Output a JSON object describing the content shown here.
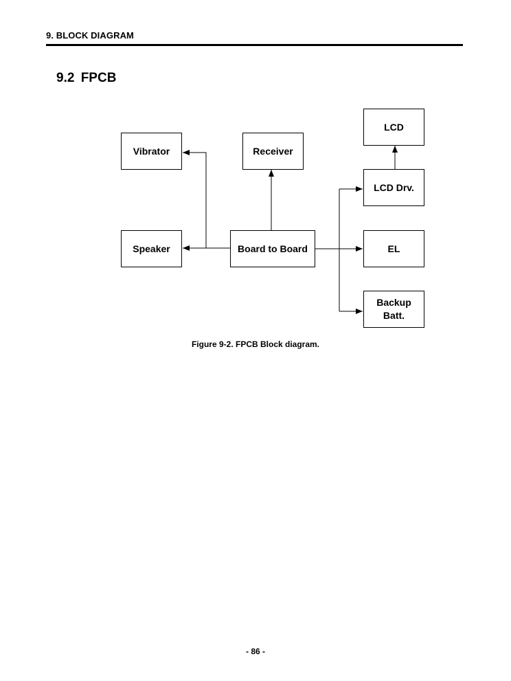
{
  "header": {
    "section_title": "9. BLOCK DIAGRAM"
  },
  "subsection": {
    "title": "9.2  FPCB"
  },
  "diagram": {
    "blocks": {
      "vibrator": "Vibrator",
      "receiver": "Receiver",
      "lcd": "LCD",
      "speaker": "Speaker",
      "board_to_board": "Board to Board",
      "lcd_drv": "LCD Drv.",
      "el": "EL",
      "backup_batt": "Backup\nBatt."
    },
    "connections": [
      {
        "from": "Board to Board",
        "to": "Speaker"
      },
      {
        "from": "Board to Board",
        "to": "Vibrator"
      },
      {
        "from": "Board to Board",
        "to": "Receiver"
      },
      {
        "from": "Board to Board",
        "to": "LCD Drv."
      },
      {
        "from": "Board to Board",
        "to": "EL"
      },
      {
        "from": "Board to Board",
        "to": "Backup Batt."
      },
      {
        "from": "LCD Drv.",
        "to": "LCD"
      }
    ],
    "caption": "Figure 9-2. FPCB Block diagram."
  },
  "footer": {
    "page_number": "- 86 -"
  }
}
